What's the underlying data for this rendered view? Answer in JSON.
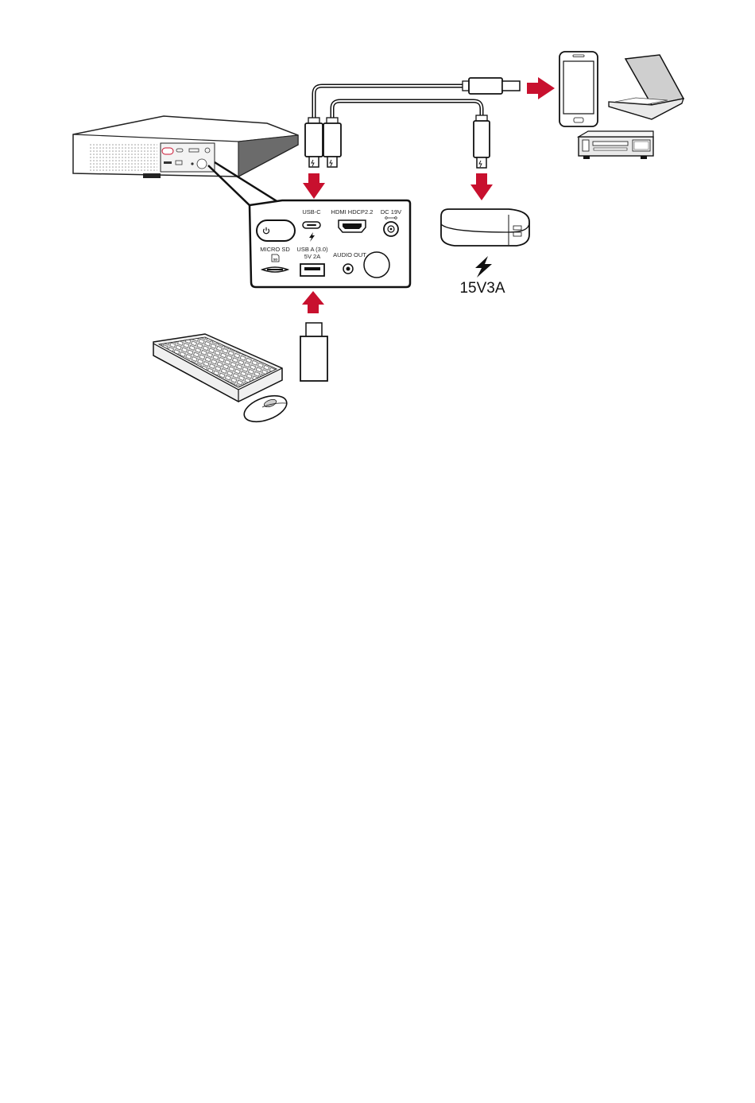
{
  "panel_labels": {
    "usb_c": "USB-C",
    "hdmi": "HDMI HDCP2.2",
    "dc": "DC 19V",
    "micro_sd": "MICRO SD",
    "sd_badge": "SD",
    "usb_a_line1": "USB A (3.0)",
    "usb_a_line2": "5V 2A",
    "audio_out": "AUDIO OUT"
  },
  "power_bank": {
    "rating": "15V3A"
  },
  "colors": {
    "arrow_red": "#c8102e",
    "outline": "#1a1a1a",
    "device_gray": "#cfcfcf"
  },
  "icons": {
    "power_button": "power-icon",
    "charge": "lightning-bolt-icon"
  }
}
